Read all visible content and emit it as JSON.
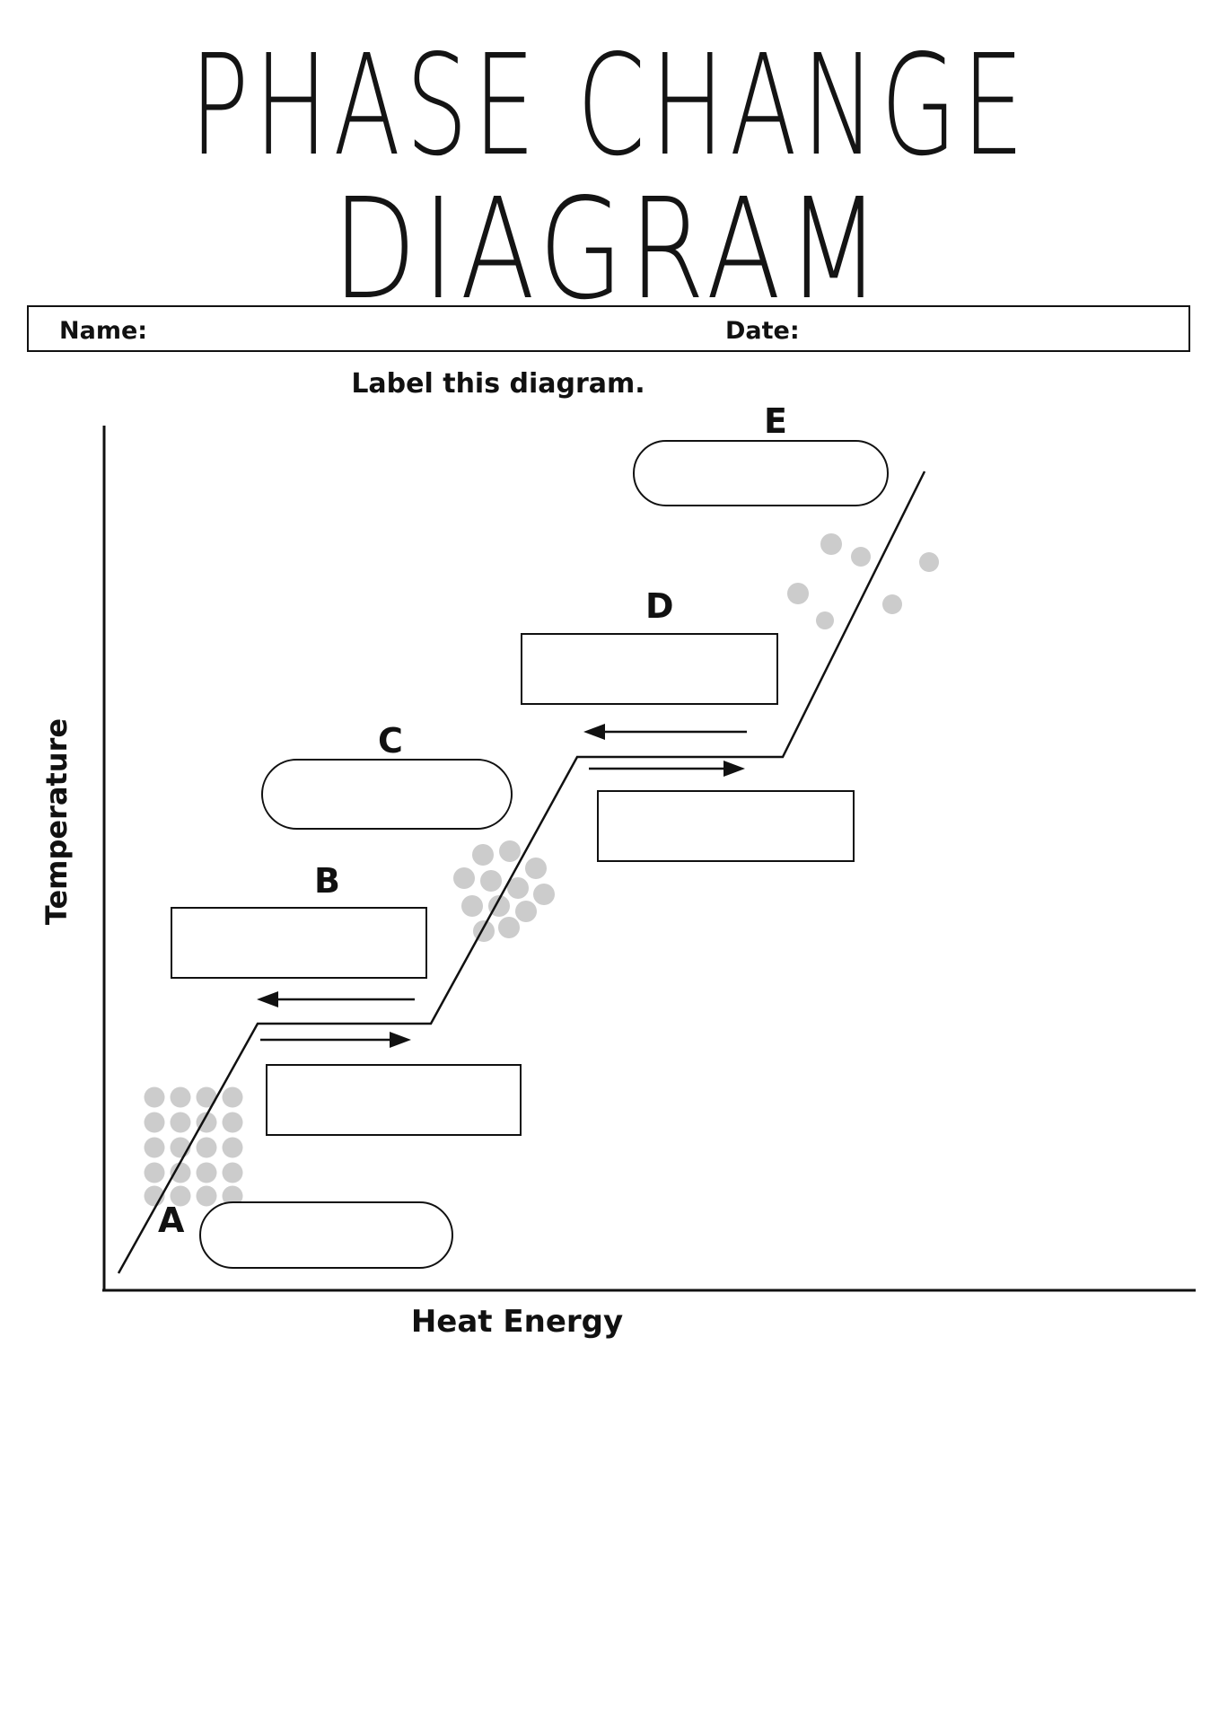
{
  "title": {
    "line1": "PHASE CHANGE",
    "line2": "DIAGRAM"
  },
  "form": {
    "name_label": "Name:",
    "name_value": "",
    "date_label": "Date:",
    "date_value": ""
  },
  "instruction": "Label this diagram.",
  "diagram": {
    "y_axis_label": "Temperature",
    "x_axis_label": "Heat Energy",
    "point_labels": {
      "A": "A",
      "B": "B",
      "C": "C",
      "D": "D",
      "E": "E"
    },
    "answer_boxes": [
      {
        "id": "A",
        "label": "A",
        "shape": "rounded",
        "value": ""
      },
      {
        "id": "B",
        "label": "B",
        "shape": "rectangle",
        "value": ""
      },
      {
        "id": "C",
        "label": "C",
        "shape": "rounded",
        "value": ""
      },
      {
        "id": "D",
        "label": "D",
        "shape": "rectangle",
        "value": ""
      },
      {
        "id": "E",
        "label": "E",
        "shape": "rounded",
        "value": ""
      },
      {
        "id": "unlabeled-lower",
        "label": "",
        "shape": "rectangle",
        "value": ""
      },
      {
        "id": "unlabeled-upper",
        "label": "",
        "shape": "rectangle",
        "value": ""
      }
    ],
    "curve_shape": "rise, plateau, rise, plateau, rise (heating curve)",
    "arrow_pairs": [
      {
        "location": "lower-plateau",
        "top_arrow": "left",
        "bottom_arrow": "right"
      },
      {
        "location": "upper-plateau",
        "top_arrow": "left",
        "bottom_arrow": "right"
      }
    ],
    "particle_clusters": [
      "solid-grid-bottom-left",
      "liquid-cluster-middle",
      "gas-scattered-top-right"
    ]
  },
  "colors": {
    "ink": "#111111",
    "particle_gray": "#cccccc",
    "background": "#ffffff"
  }
}
